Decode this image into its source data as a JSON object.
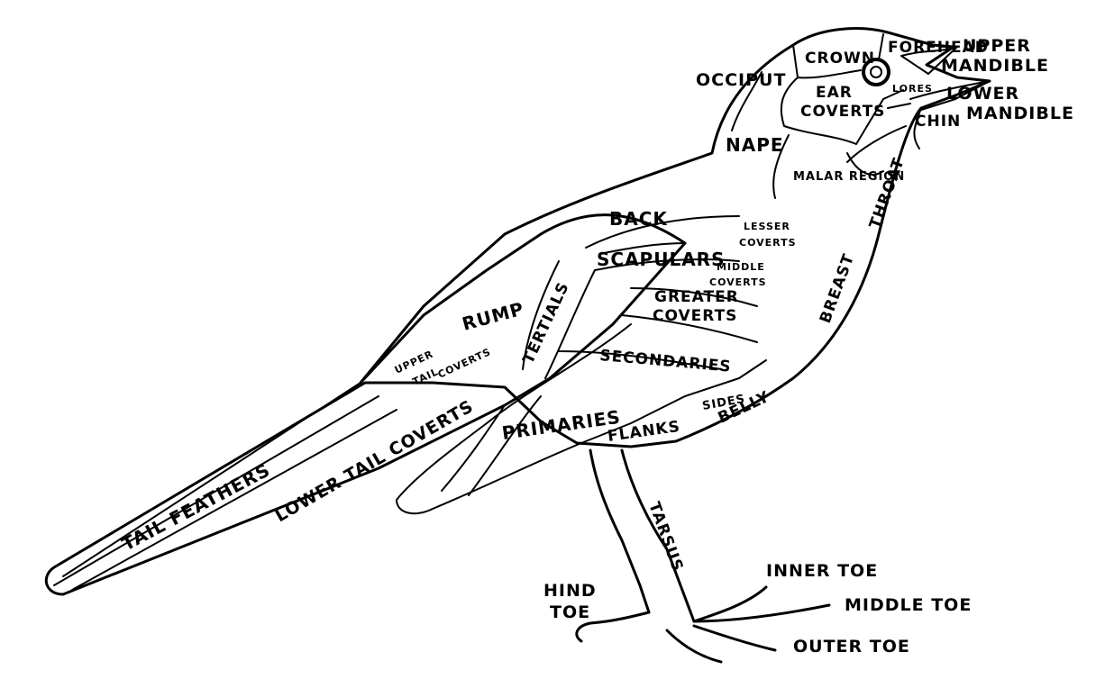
{
  "labels": {
    "crown": "CROWN",
    "forehead": "FOREHEAD",
    "upper_mandible_1": "UPPER",
    "upper_mandible_2": "MANDIBLE",
    "occiput": "OCCIPUT",
    "ear_coverts_1": "EAR",
    "ear_coverts_2": "COVERTS",
    "lores": "LORES",
    "lower_mandible_1": "LOWER",
    "lower_mandible_2": "MANDIBLE",
    "chin": "CHIN",
    "nape": "NAPE",
    "malar_region": "MALAR REGION",
    "back": "BACK",
    "lesser_coverts_1": "LESSER",
    "lesser_coverts_2": "COVERTS",
    "scapulars": "SCAPULARS",
    "middle_coverts_1": "MIDDLE",
    "middle_coverts_2": "COVERTS",
    "throat": "THROAT",
    "greater_coverts_1": "GREATER",
    "greater_coverts_2": "COVERTS",
    "tertials": "TERTIALS",
    "rump": "RUMP",
    "breast": "BREAST",
    "upper_tail_coverts_1": "UPPER",
    "upper_tail_coverts_2": "TAIL",
    "upper_tail_coverts_3": "COVERTS",
    "secondaries": "SECONDARIES",
    "sides": "SIDES",
    "belly": "BELLY",
    "primaries": "PRIMARIES",
    "flanks": "FLANKS",
    "lower_tail_coverts": "LOWER TAIL COVERTS",
    "tail_feathers": "TAIL FEATHERS",
    "tarsus": "TARSUS",
    "inner_toe": "INNER TOE",
    "middle_toe": "MIDDLE TOE",
    "hind_toe_1": "HIND",
    "hind_toe_2": "TOE",
    "outer_toe": "OUTER TOE"
  }
}
